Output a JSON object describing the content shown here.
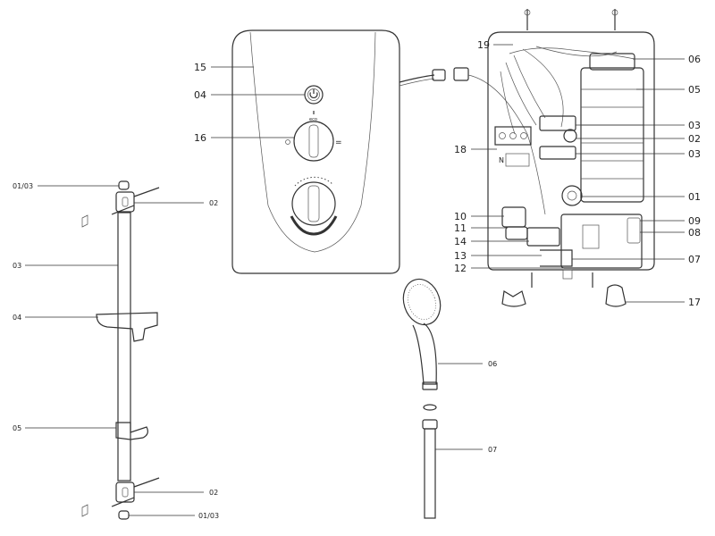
{
  "diagram": {
    "rail_labels": [
      "01/03",
      "02",
      "03",
      "04",
      "05",
      "02",
      "01/03"
    ],
    "handset_labels": [
      "06",
      "07"
    ],
    "front_labels": [
      "15",
      "04",
      "16"
    ],
    "control_marks": {
      "eco": "eco",
      "n": "N"
    },
    "unit_left_labels": [
      "19",
      "18",
      "10",
      "11",
      "14",
      "13",
      "12"
    ],
    "unit_right_labels": [
      "06",
      "05",
      "03",
      "02",
      "03",
      "01",
      "09",
      "08",
      "07",
      "17"
    ]
  },
  "colors": {
    "line": "#333333",
    "text": "#222222",
    "background": "#ffffff"
  }
}
